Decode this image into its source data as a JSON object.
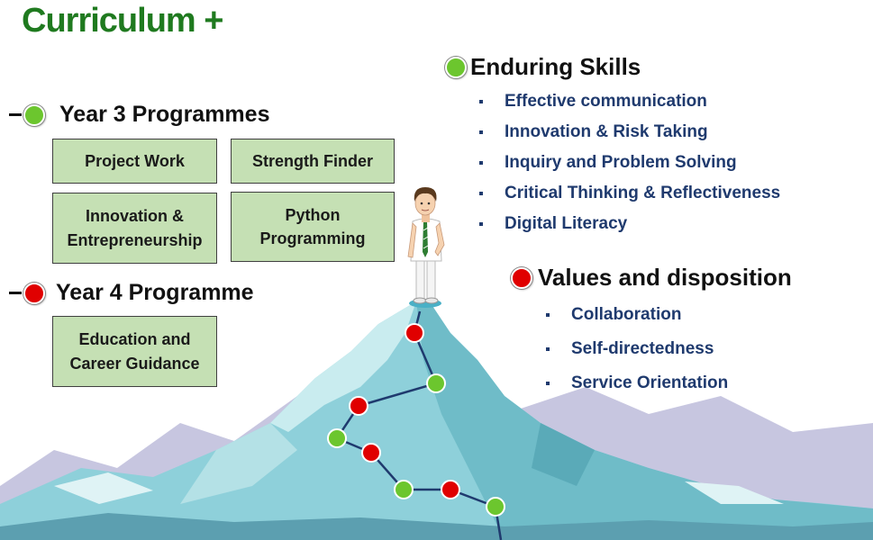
{
  "title": "Curriculum +",
  "year3": {
    "heading": "Year 3 Programmes",
    "boxes": [
      "Project Work",
      "Strength Finder",
      "Innovation & Entrepreneurship",
      "Python Programming"
    ]
  },
  "year4": {
    "heading": "Year 4 Programme",
    "boxes": [
      "Education and Career Guidance"
    ]
  },
  "enduring_skills": {
    "heading": "Enduring Skills",
    "items": [
      "Effective communication",
      "Innovation & Risk Taking",
      "Inquiry and Problem Solving",
      "Critical Thinking & Reflectiveness",
      "Digital Literacy"
    ]
  },
  "values": {
    "heading": "Values and disposition",
    "items": [
      "Collaboration",
      "Self-directedness",
      "Service Orientation"
    ]
  },
  "colors": {
    "title_green": "#1f7a1f",
    "box_fill": "#c5e0b4",
    "list_blue": "#1f3a6e",
    "dot_green": "#6cc62e",
    "dot_red": "#e00000",
    "mountain": "#8ed0da"
  }
}
